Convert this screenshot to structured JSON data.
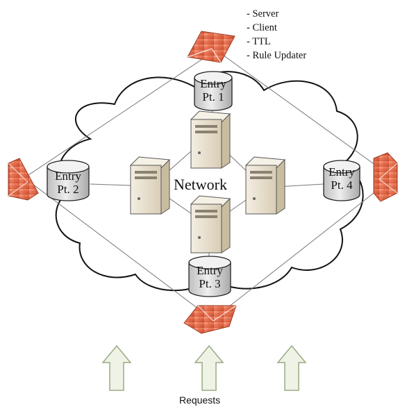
{
  "legend": {
    "items": [
      "- Server",
      "- Client",
      "- TTL",
      "- Rule Updater"
    ]
  },
  "network_label": "Network",
  "entry_points": [
    {
      "line1": "Entry",
      "line2": "Pt. 1"
    },
    {
      "line1": "Entry",
      "line2": "Pt. 2"
    },
    {
      "line1": "Entry",
      "line2": "Pt. 3"
    },
    {
      "line1": "Entry",
      "line2": "Pt. 4"
    }
  ],
  "requests_label": "Requests",
  "colors": {
    "firewall": "#e8704f",
    "firewall_dark": "#c24a2d",
    "server": "#ece4d4",
    "cylinder": "#d3d3d3",
    "arrow_fill": "#eef3e6",
    "arrow_stroke": "#9aaa84"
  }
}
